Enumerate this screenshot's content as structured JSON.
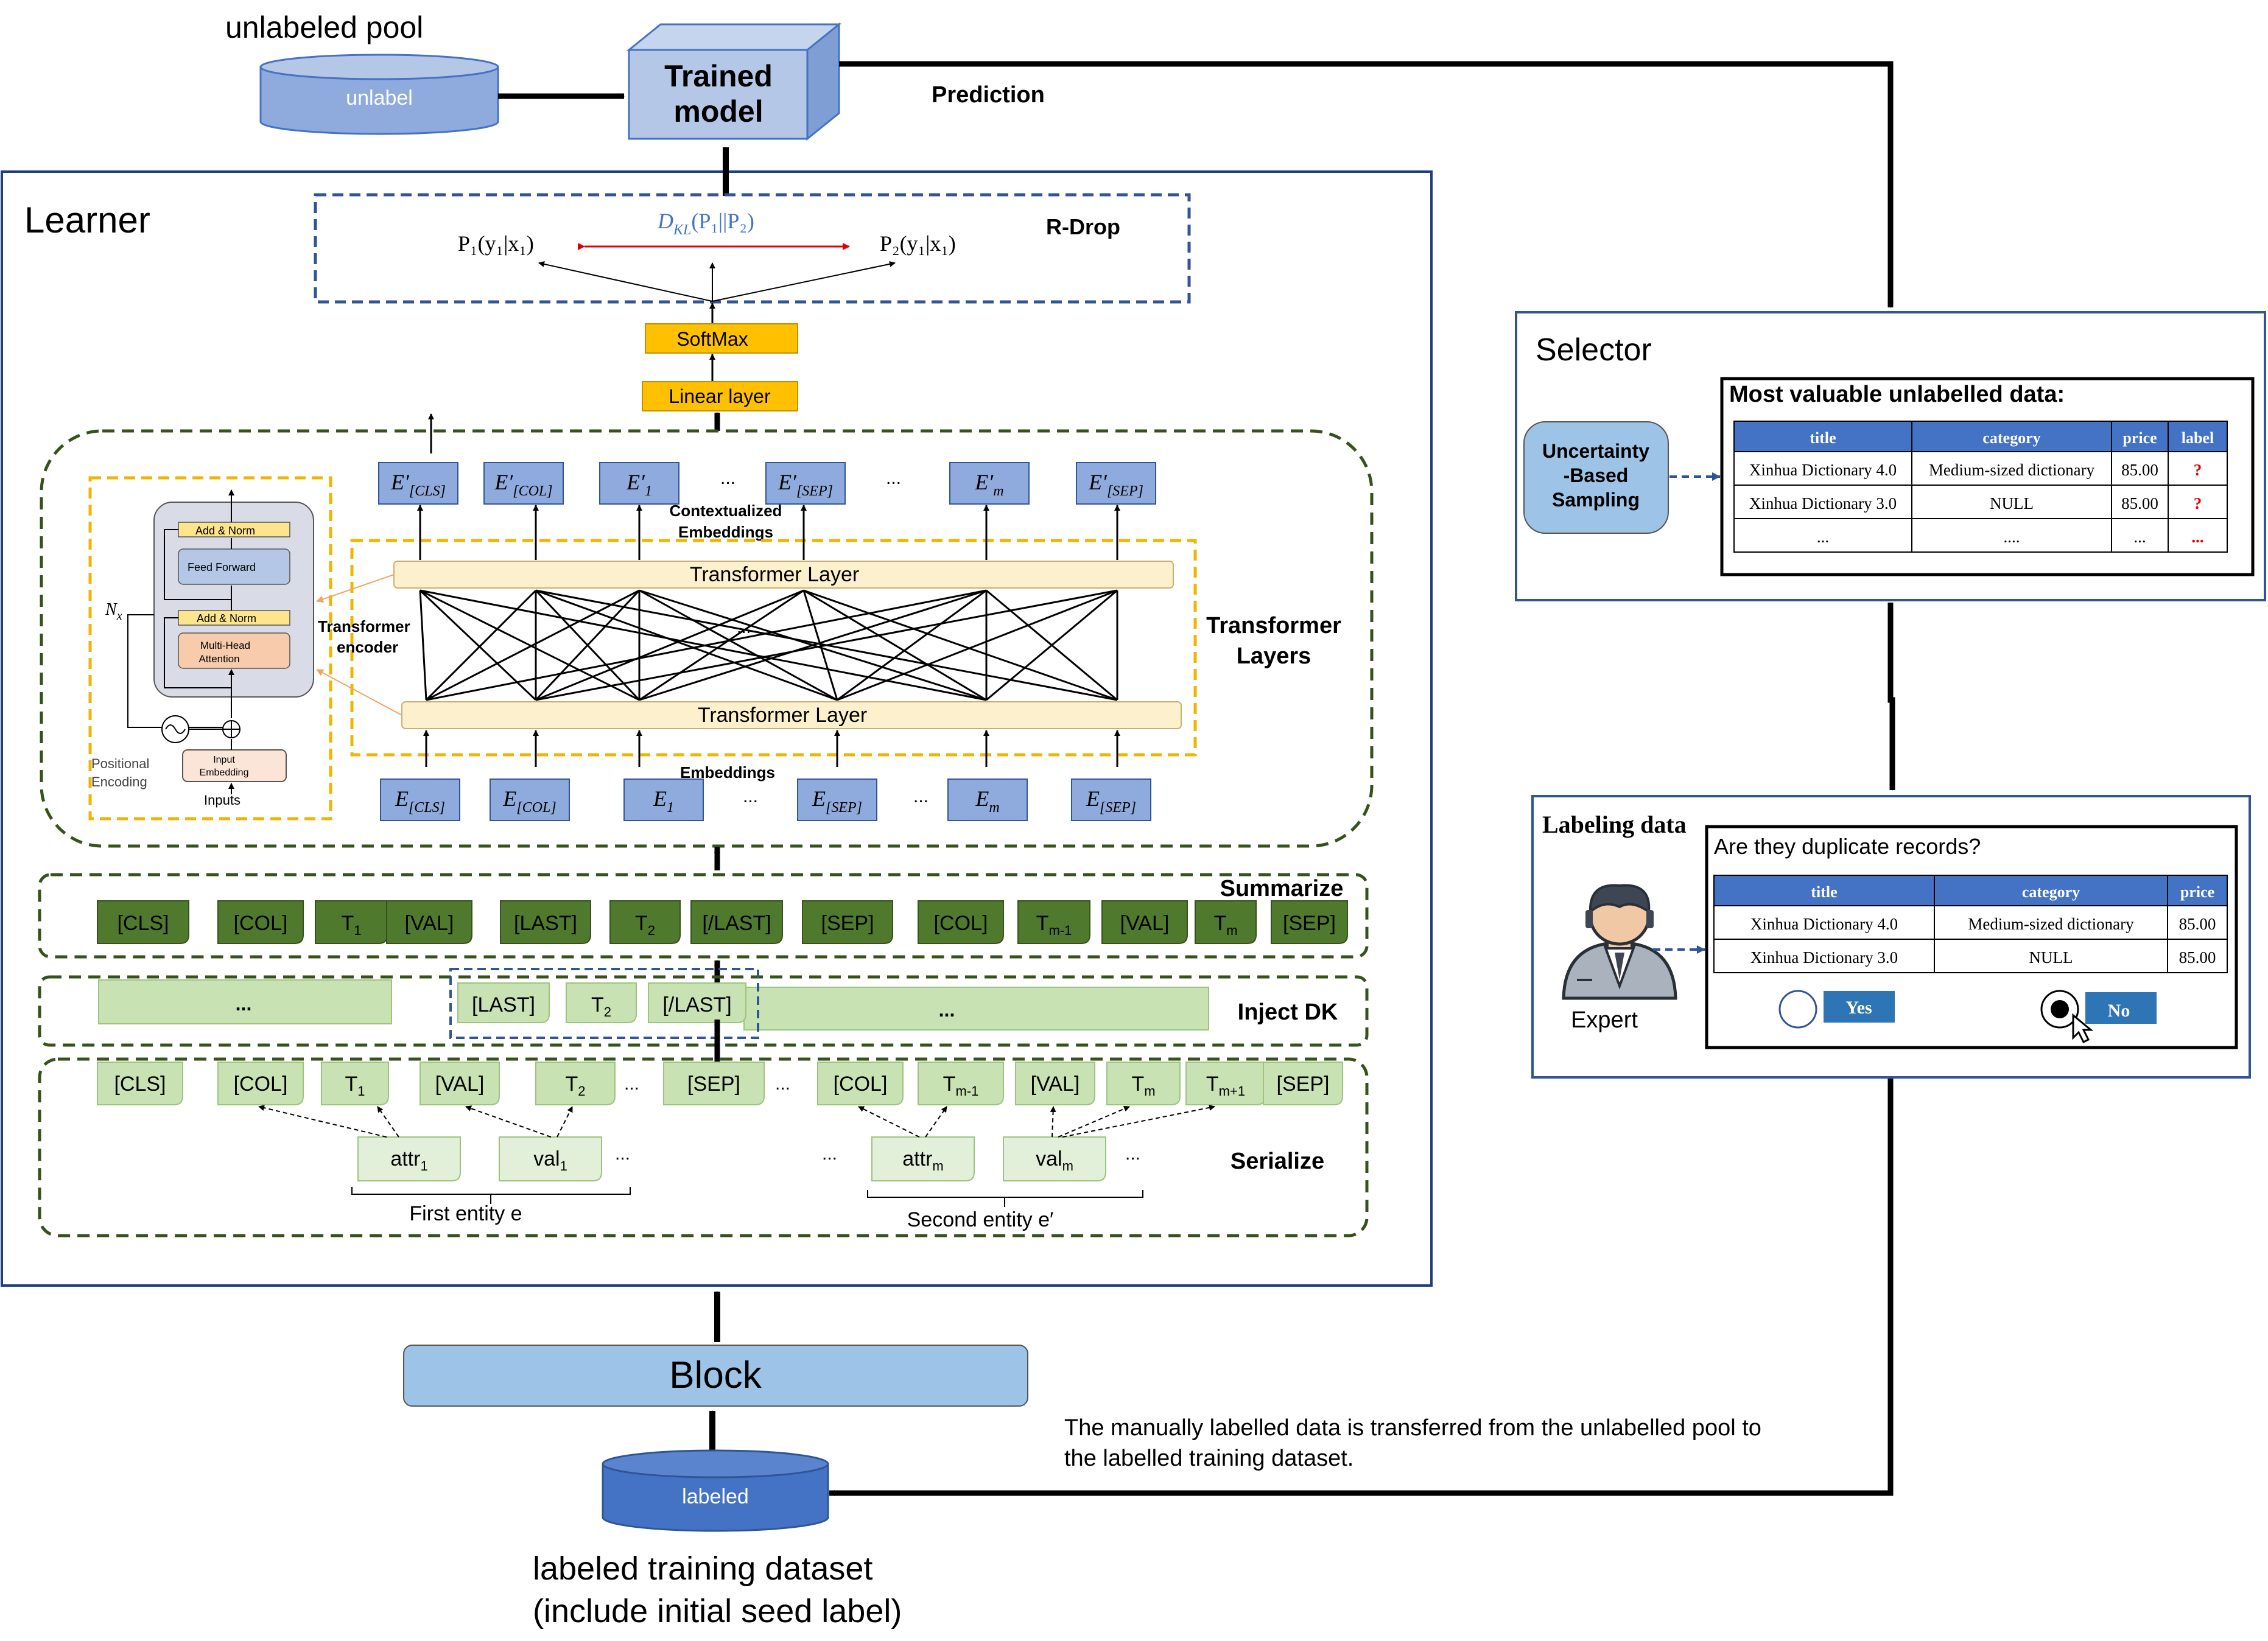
{
  "top": {
    "pool_title": "unlabeled pool",
    "pool_db_label": "unlabel",
    "model_label_1": "Trained",
    "model_label_2": "model",
    "prediction": "Prediction"
  },
  "learner": {
    "title": "Learner",
    "rdrop": {
      "label": "R-Drop",
      "kl": "D",
      "kl_sub": "KL",
      "kl_args": "(P₁||P₂)",
      "p1": "P₁(y₁|x₁)",
      "p2": "P₂(y₁|x₁)"
    },
    "softmax": "SoftMax",
    "linear": "Linear layer",
    "contextualized": [
      "Contextualized",
      "Embeddings"
    ],
    "embeddings_label": "Embeddings",
    "transformer_layer": "Transformer Layer",
    "transformer_layers_label": [
      "Transformer",
      "Layers"
    ],
    "transformer_encoder": [
      "Transformer",
      "encoder"
    ],
    "encoder": {
      "add_norm": "Add & Norm",
      "feed_forward": "Feed Forward",
      "mha_1": "Multi-Head",
      "mha_2": "Attention",
      "nx": "N",
      "nx_sub": "x",
      "positional": [
        "Positional",
        "Encoding"
      ],
      "input_emb_1": "Input",
      "input_emb_2": "Embedding",
      "inputs": "Inputs"
    },
    "top_embeddings": [
      {
        "base": "E′",
        "sub": "[CLS]"
      },
      {
        "base": "E′",
        "sub": "[COL]"
      },
      {
        "base": "E′",
        "sub": "1"
      },
      {
        "base": "E′",
        "sub": "[SEP]"
      },
      {
        "base": "E′",
        "sub": "m"
      },
      {
        "base": "E′",
        "sub": "[SEP]"
      }
    ],
    "bottom_embeddings": [
      {
        "base": "E",
        "sub": "[CLS]"
      },
      {
        "base": "E",
        "sub": "[COL]"
      },
      {
        "base": "E",
        "sub": "1"
      },
      {
        "base": "E",
        "sub": "[SEP]"
      },
      {
        "base": "E",
        "sub": "m"
      },
      {
        "base": "E",
        "sub": "[SEP]"
      }
    ],
    "summarize_label": "Summarize",
    "summarize_tokens": [
      {
        "t": "[CLS]",
        "s": ""
      },
      {
        "t": "[COL]",
        "s": ""
      },
      {
        "t": "T",
        "s": "1"
      },
      {
        "t": "[VAL]",
        "s": ""
      },
      {
        "t": "[LAST]",
        "s": ""
      },
      {
        "t": "T",
        "s": "2"
      },
      {
        "t": "[/LAST]",
        "s": ""
      },
      {
        "t": "[SEP]",
        "s": ""
      },
      {
        "t": "[COL]",
        "s": ""
      },
      {
        "t": "T",
        "s": "m-1"
      },
      {
        "t": "[VAL]",
        "s": ""
      },
      {
        "t": "T",
        "s": "m"
      },
      {
        "t": "[SEP]",
        "s": ""
      }
    ],
    "inject_label": "Inject DK",
    "inject_tokens": [
      {
        "t": "[LAST]",
        "s": ""
      },
      {
        "t": "T",
        "s": "2"
      },
      {
        "t": "[/LAST]",
        "s": ""
      }
    ],
    "serialize_label": "Serialize",
    "serialize_tokens": [
      {
        "t": "[CLS]",
        "s": ""
      },
      {
        "t": "[COL]",
        "s": ""
      },
      {
        "t": "T",
        "s": "1"
      },
      {
        "t": "[VAL]",
        "s": ""
      },
      {
        "t": "T",
        "s": "2"
      },
      {
        "t": "[SEP]",
        "s": ""
      },
      {
        "t": "[COL]",
        "s": ""
      },
      {
        "t": "T",
        "s": "m-1"
      },
      {
        "t": "[VAL]",
        "s": ""
      },
      {
        "t": "T",
        "s": "m"
      },
      {
        "t": "T",
        "s": "m+1"
      },
      {
        "t": "[SEP]",
        "s": ""
      }
    ],
    "attr_tokens": [
      {
        "t": "attr",
        "s": "1"
      },
      {
        "t": "val",
        "s": "1"
      },
      {
        "t": "attr",
        "s": "m"
      },
      {
        "t": "val",
        "s": "m"
      }
    ],
    "first_entity": "First entity e",
    "second_entity": "Second entity e′",
    "ellipsis": "..."
  },
  "block": "Block",
  "labeled_db": "labeled",
  "labeled_caption": [
    "labeled training dataset",
    "(include initial seed label)"
  ],
  "transfer_note": [
    "The manually labelled data is transferred from the unlabelled pool to",
    "the labelled training dataset."
  ],
  "selector": {
    "title": "Selector",
    "sampling": [
      "Uncertainty",
      "-Based",
      "Sampling"
    ],
    "table_title": "Most valuable unlabelled data:",
    "headers": [
      "title",
      "category",
      "price",
      "label"
    ],
    "rows": [
      [
        "Xinhua Dictionary 4.0",
        "Medium-sized dictionary",
        "85.00",
        "?"
      ],
      [
        "Xinhua Dictionary 3.0",
        "NULL",
        "85.00",
        "?"
      ],
      [
        "...",
        "....",
        "...",
        "..."
      ]
    ]
  },
  "labeling": {
    "title": "Labeling data",
    "expert": "Expert",
    "question": "Are they duplicate records?",
    "headers": [
      "title",
      "category",
      "price"
    ],
    "rows": [
      [
        "Xinhua Dictionary 4.0",
        "Medium-sized dictionary",
        "85.00"
      ],
      [
        "Xinhua Dictionary 3.0",
        "NULL",
        "85.00"
      ]
    ],
    "yes": "Yes",
    "no": "No"
  },
  "colors": {
    "learner_border": "#1f3f7a",
    "dash_green": "#36521a",
    "dash_orange": "#f2b400",
    "dash_blue": "#2f5597",
    "token_dark": "#4f7a2e",
    "token_light": "#c9e2b4",
    "emb_fill": "#8faadc",
    "gold": "#ffc000",
    "transformer_fill": "#fdf0cc",
    "header_blue": "#4472c4"
  }
}
